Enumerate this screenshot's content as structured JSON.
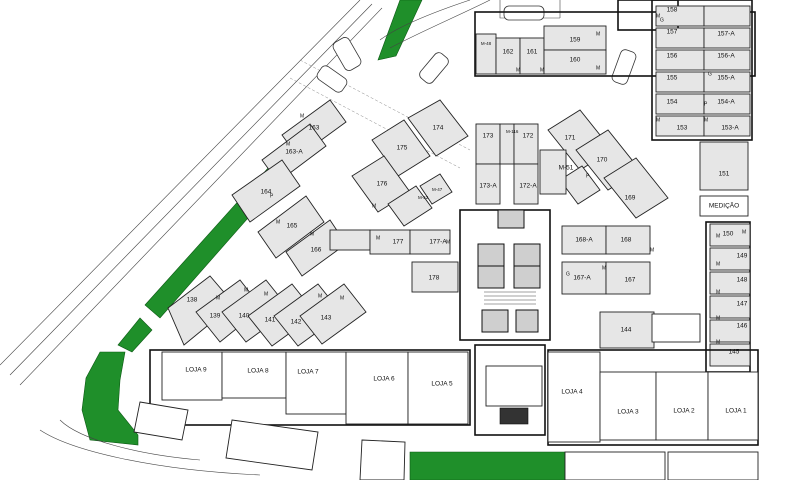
{
  "units": {
    "162": "162",
    "161": "161",
    "159": "159",
    "160": "160",
    "158": "158",
    "157": "157",
    "157A": "157-A",
    "156": "156",
    "156A": "156-A",
    "155": "155",
    "155A": "155-A",
    "154": "154",
    "154A": "154-A",
    "153": "153",
    "153A": "153-A",
    "151": "151",
    "150": "150",
    "149": "149",
    "148": "148",
    "147": "147",
    "146": "146",
    "145": "145",
    "163": "163",
    "163A": "163-A",
    "164": "164",
    "165": "165",
    "166": "166",
    "174": "174",
    "175": "175",
    "176": "176",
    "173": "173",
    "172": "172",
    "173A": "173-A",
    "172A": "172-A",
    "171": "171",
    "170": "170",
    "169": "169",
    "177": "177",
    "177A": "177-A",
    "178": "178",
    "168A": "168-A",
    "168": "168",
    "167A": "167-A",
    "167": "167",
    "144": "144",
    "138": "138",
    "139": "139",
    "140": "140",
    "141": "141",
    "142": "142",
    "143": "143",
    "medicao": "MEDIÇÃO",
    "m51": "M-51",
    "m47": "M-47",
    "m52": "M-52",
    "m48": "M-48",
    "m116": "M-116"
  },
  "shops": {
    "loja9": "LOJA 9",
    "loja8": "LOJA 8",
    "loja7": "LOJA 7",
    "loja6": "LOJA 6",
    "loja5": "LOJA 5",
    "loja4": "LOJA 4",
    "loja3": "LOJA 3",
    "loja2": "LOJA 2",
    "loja1": "LOJA 1"
  },
  "markers": {
    "m": "M",
    "g": "G",
    "p": "P"
  }
}
